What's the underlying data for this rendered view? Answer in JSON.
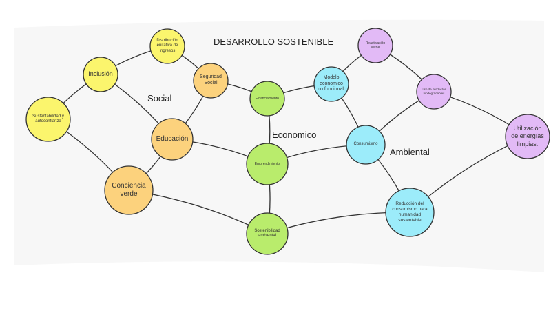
{
  "title": "DESARROLLO SOSTENIBLE",
  "section_labels": {
    "social": "Social",
    "economico": "Economico",
    "ambiental": "Ambiental"
  },
  "colors": {
    "social_light": "#fbf56d",
    "social": "#fcd27d",
    "economico": "#b9ec6c",
    "ambiental_blue": "#9cecfa",
    "ambiental_purple": "#e2baf6",
    "stroke": "#333333"
  },
  "nodes": {
    "distribucion": "Distribución euitativa de ingresos",
    "inclusion": "Inclusión",
    "seguridad": "Seguridad Social",
    "sustentabilidad": "Sustentabilidad y autoconfianza",
    "educacion": "Educación",
    "conciencia": "Conciencia verde",
    "financiamiento": "Financiamiento",
    "emprendimiento": "Emprendimiento",
    "sostenibilidad": "Sostenibilidad ambiental",
    "modelo": "Modelo economico no funcional.",
    "reactivacion": "Reactivación verde",
    "uso": "Uso de productos biodegradables",
    "consumismo": "Consumismo",
    "utilizacion": "Utilización de energías limpias.",
    "reduccion": "Reducción del consumismo para humanidad sustentable"
  }
}
